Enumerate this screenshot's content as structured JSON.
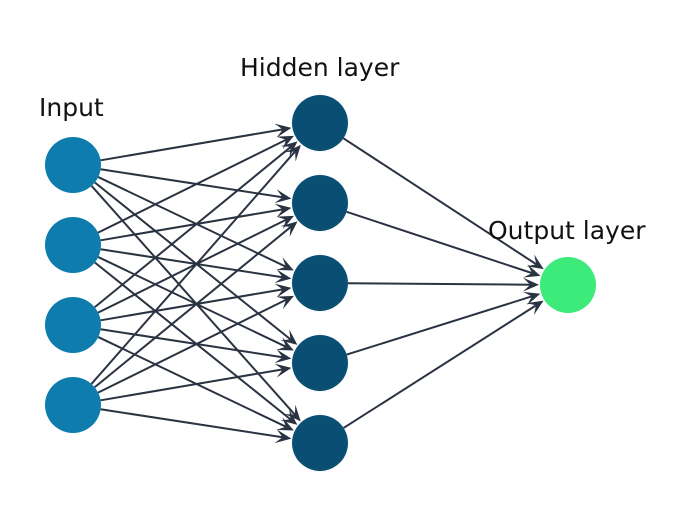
{
  "labels": {
    "input": "Input",
    "hidden": "Hidden layer",
    "output": "Output layer"
  },
  "layers": [
    {
      "id": "input",
      "nodes": 4,
      "color": "#0E7DAE"
    },
    {
      "id": "hidden",
      "nodes": 5,
      "color": "#0B4E73"
    },
    {
      "id": "output",
      "nodes": 1,
      "color": "#3DEB7B"
    }
  ],
  "edge_color": "#2A3342",
  "connections": "fully-connected"
}
